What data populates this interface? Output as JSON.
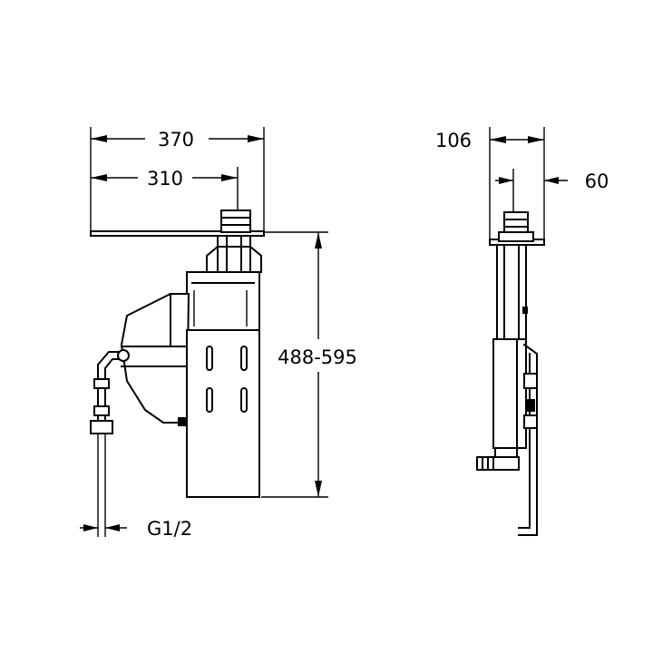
{
  "dimensions": {
    "front_width": "370",
    "front_inner_width": "310",
    "front_height": "488-595",
    "thread": "G1/2",
    "side_width": "106",
    "side_inner": "60"
  }
}
